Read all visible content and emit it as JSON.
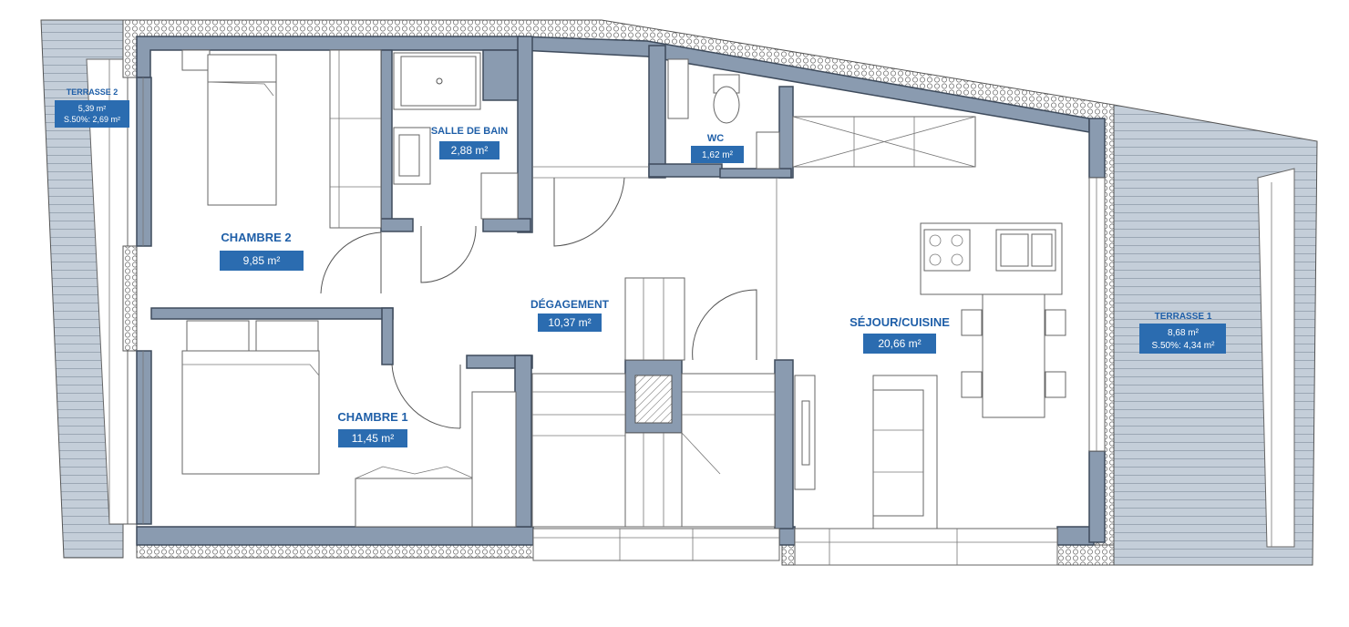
{
  "rooms": {
    "chambre2": {
      "name": "CHAMBRE 2",
      "area": "9,85 m²"
    },
    "chambre1": {
      "name": "CHAMBRE 1",
      "area": "11,45 m²"
    },
    "salle_de_bain": {
      "name": "SALLE DE BAIN",
      "area": "2,88 m²"
    },
    "wc": {
      "name": "WC",
      "area": "1,62 m²"
    },
    "degagement": {
      "name": "DÉGAGEMENT",
      "area": "10,37 m²"
    },
    "sejour": {
      "name": "SÉJOUR/CUISINE",
      "area": "20,66 m²"
    },
    "terrasse1": {
      "name": "TERRASSE 1",
      "area": "8,68 m²",
      "s50": "S.50%: 4,34 m²"
    },
    "terrasse2": {
      "name": "TERRASSE 2",
      "area": "5,39 m²",
      "s50": "S.50%: 2,69 m²"
    }
  },
  "colors": {
    "label_blue": "#1f5fa8",
    "badge_blue": "#2b6cb0",
    "wall": "#8a9bb0",
    "terrace": "#c4ced9"
  }
}
